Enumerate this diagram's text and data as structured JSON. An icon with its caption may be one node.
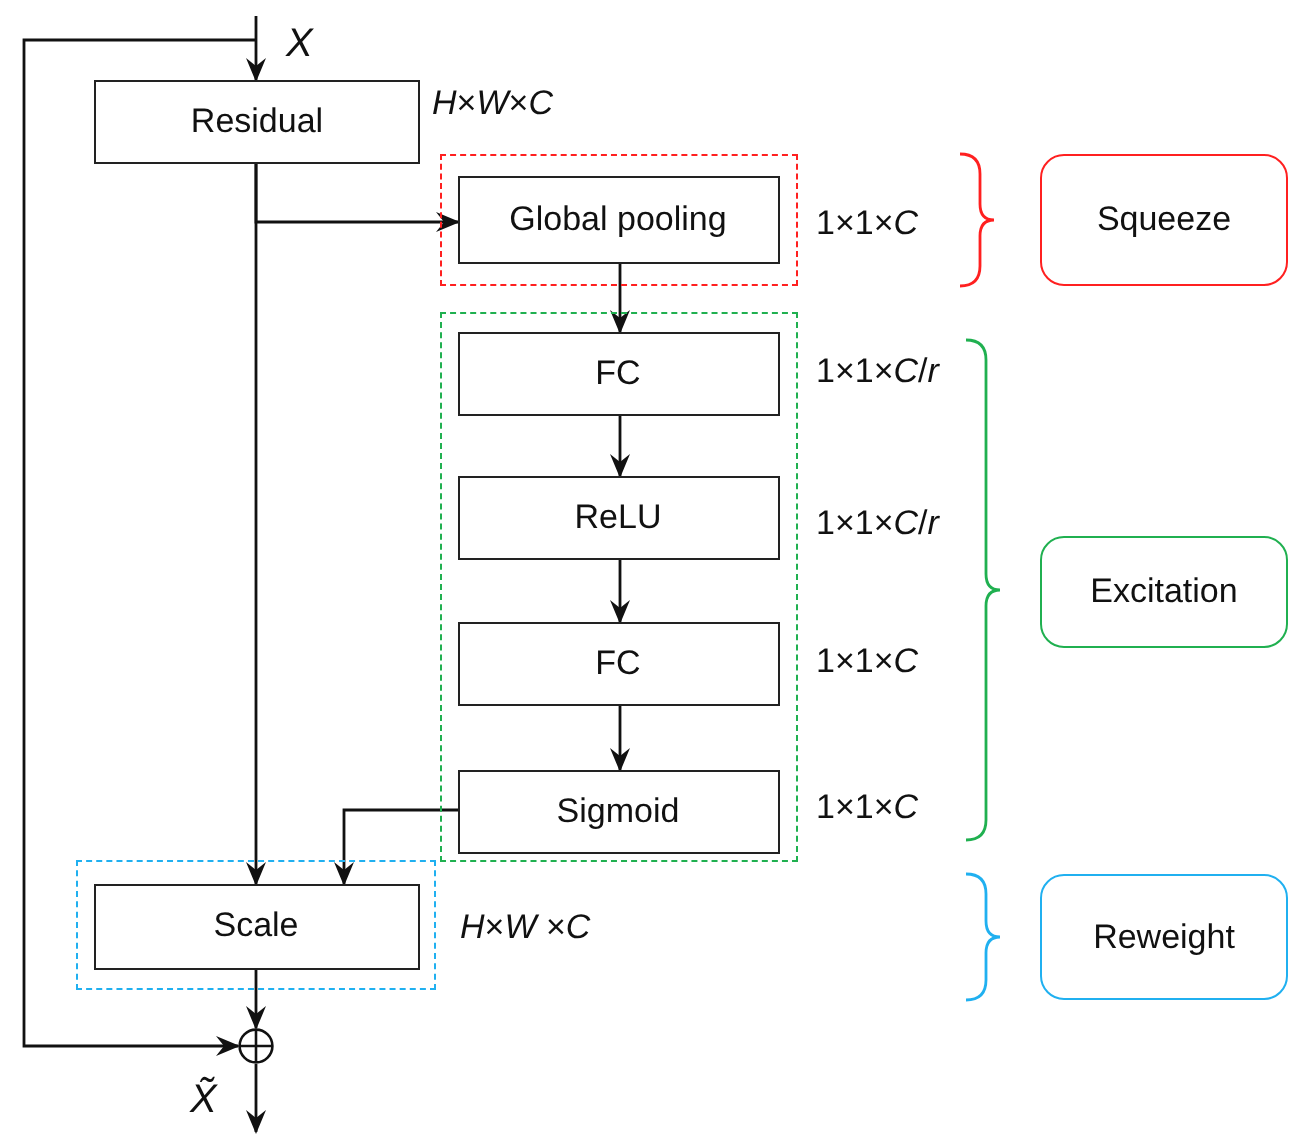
{
  "diagram": {
    "nodes": [
      {
        "text": [
          "Residual"
        ],
        "beside": [
          "*H*×*W*×*C*"
        ]
      },
      {
        "text": [],
        "shape": "box"
      },
      {
        "text": [
          "Global pooling"
        ],
        "in": 1,
        "beside": [
          "1×1×*C*"
        ]
      },
      {
        "text": [],
        "shape": "box"
      },
      {
        "text": [
          "FC"
        ],
        "in": 3,
        "beside": [
          "1×1×*C*/*r*"
        ]
      },
      {
        "text": [
          "ReLU"
        ],
        "in": 3,
        "beside": [
          "1×1×*C*/*r*"
        ]
      },
      {
        "text": [
          "FC"
        ],
        "in": 3,
        "beside": [
          "1×1×*C*"
        ]
      },
      {
        "text": [
          "Sigmoid"
        ],
        "in": 3,
        "beside": [
          "1×1×*C*"
        ]
      },
      {
        "text": [],
        "shape": "box"
      },
      {
        "text": [
          "Scale"
        ],
        "in": 8,
        "beside": [
          "*H*×*W* ×*C*"
        ]
      },
      {
        "text": [],
        "shape": "circle"
      },
      {
        "text": [
          "Squeeze"
        ]
      },
      {
        "text": [
          "Excitation"
        ]
      },
      {
        "text": [
          "Reweight"
        ]
      }
    ],
    "edges": [
      {
        "from": null,
        "to": 0,
        "arrow": "to"
      },
      {
        "from": 0,
        "to": 2,
        "arrow": "to"
      },
      {
        "from": 0,
        "to": 9,
        "arrow": "to"
      },
      {
        "from": 2,
        "to": 4,
        "arrow": "to"
      },
      {
        "from": 4,
        "to": 5,
        "arrow": "to"
      },
      {
        "from": 5,
        "to": 6,
        "arrow": "to"
      },
      {
        "from": 6,
        "to": 7,
        "arrow": "to"
      },
      {
        "from": 7,
        "to": 9,
        "arrow": "to"
      },
      {
        "from": 9,
        "to": 10,
        "arrow": "to"
      },
      {
        "from": null,
        "to": 10,
        "arrow": "to"
      },
      {
        "from": 10,
        "to": null,
        "arrow": "to"
      }
    ],
    "labels": [
      "X",
      "X̃"
    ]
  }
}
